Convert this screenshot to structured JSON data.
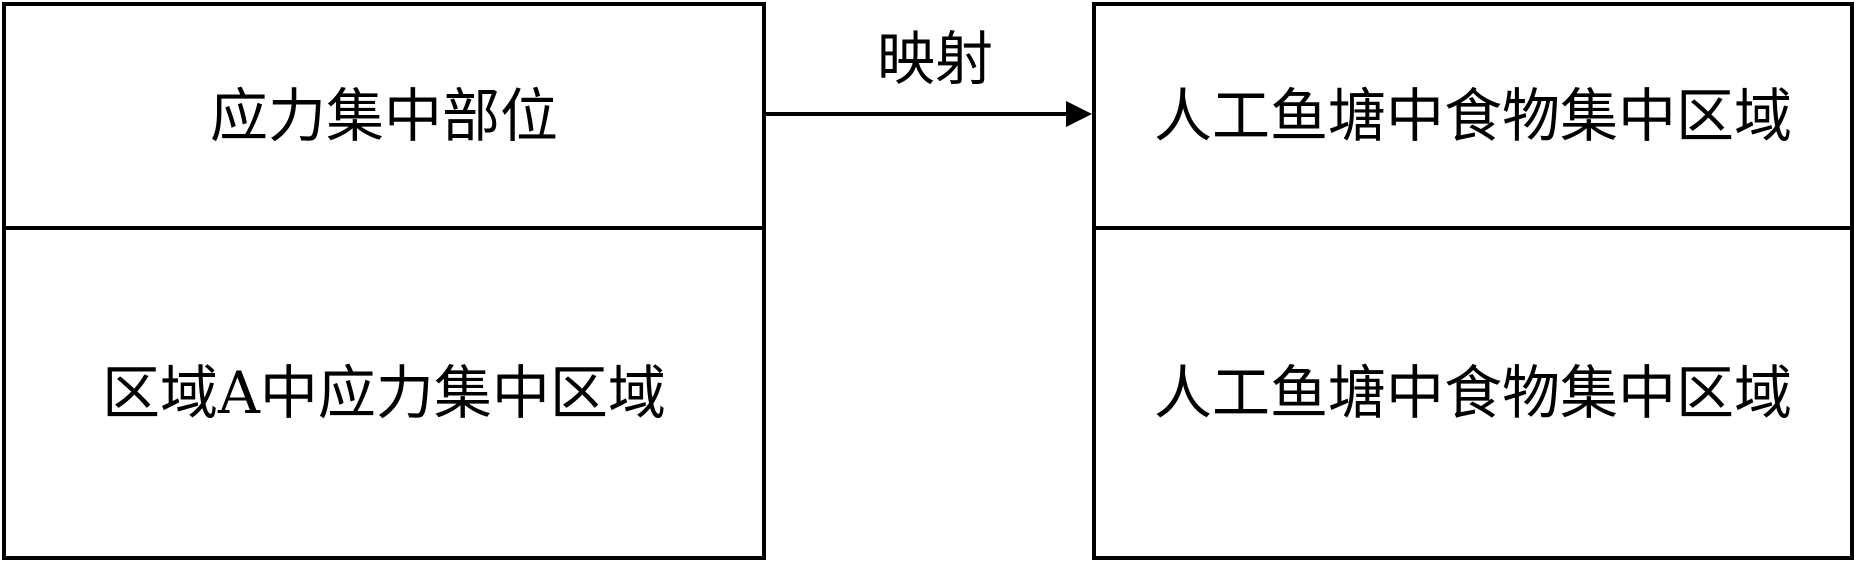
{
  "left_table": {
    "top_label": "应力集中部位",
    "bottom_label": "区域A中应力集中区域"
  },
  "right_table": {
    "top_label": "人工鱼塘中食物集中区域",
    "bottom_label": "人工鱼塘中食物集中区域"
  },
  "arrow": {
    "label": "映射"
  }
}
